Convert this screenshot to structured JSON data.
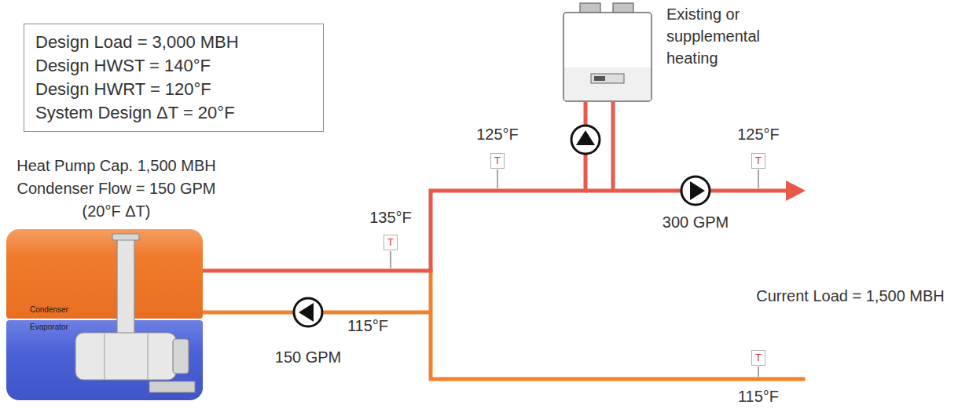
{
  "diagram": {
    "nodes": [
      {
        "text": [
          "Design Load = 3,000 MBH",
          "Design HWST = 140°F",
          "Design HWRT = 120°F",
          "System Design ΔT = 20°F"
        ]
      },
      {
        "text": [
          "Existing or supplemental heating"
        ]
      },
      {
        "text": [
          "Condenser"
        ]
      },
      {
        "text": [
          "Evaporator"
        ]
      },
      {
        "text": [
          "T"
        ]
      },
      {
        "text": [
          "T"
        ]
      },
      {
        "text": [
          "T"
        ]
      },
      {
        "text": [
          "T"
        ]
      }
    ],
    "edges": [
      {
        "from": 2,
        "to": 1,
        "arrow": "none"
      }
    ],
    "labels": [
      "Heat Pump Cap. 1,500 MBH",
      "Condenser Flow = 150 GPM",
      "(20°F ΔT)",
      "135°F",
      "115°F",
      "150 GPM",
      "125°F",
      "125°F",
      "300 GPM",
      "Current Load = 1,500 MBH",
      "115°F"
    ]
  }
}
